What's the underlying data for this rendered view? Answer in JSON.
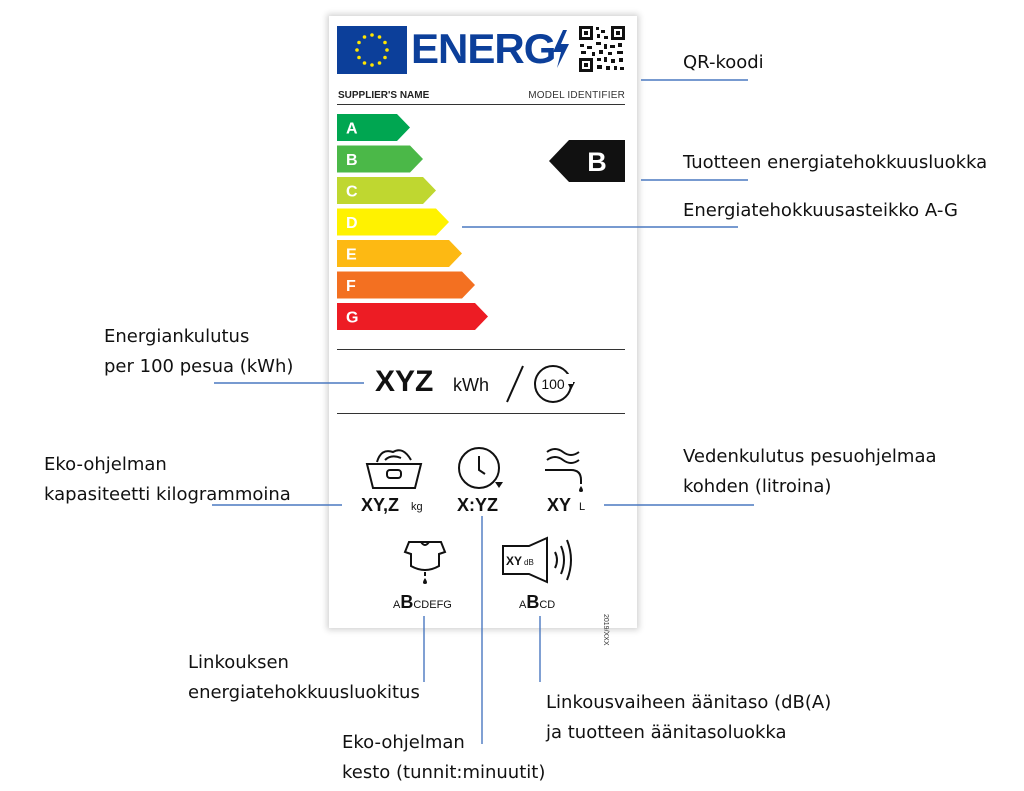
{
  "label": {
    "brand": "ENERG",
    "supplier": "SUPPLIER'S NAME",
    "model": "MODEL IDENTIFIER",
    "scale": [
      "A",
      "B",
      "C",
      "D",
      "E",
      "F",
      "G"
    ],
    "scale_colors": [
      "#00a651",
      "#4bb848",
      "#bfd730",
      "#fff200",
      "#fdb913",
      "#f37021",
      "#ed1c24"
    ],
    "product_class": "B",
    "energy": {
      "value": "XYZ",
      "unit": "kWh",
      "cycles": "100"
    },
    "capacity": {
      "value": "XY,Z",
      "unit": "kg"
    },
    "duration": {
      "value": "X:YZ"
    },
    "water": {
      "value": "XY",
      "unit": "L"
    },
    "spin": {
      "pre": "A",
      "cls": "B",
      "post": "CDEFG"
    },
    "noise": {
      "icon_text": "XY",
      "icon_unit": "dB",
      "pre": "A",
      "cls": "B",
      "post": "CD"
    },
    "regulation": "2019/XXX"
  },
  "annotations": {
    "qr": "QR-koodi",
    "product_class": "Tuotteen energiatehokkuusluokka",
    "scale": "Energiatehokkuusasteikko A-G",
    "energy": [
      "Energiankulutus",
      "per 100 pesua (kWh)"
    ],
    "capacity": [
      "Eko-ohjelman",
      "kapasiteetti kilogrammoina"
    ],
    "water": [
      "Vedenkulutus pesuohjelmaa",
      "kohden (litroina)"
    ],
    "spin": [
      "Linkouksen",
      "energiatehokkuusluokitus"
    ],
    "noise": [
      "Linkousvaiheen äänitaso (dB(A)",
      "ja tuotteen äänitasoluokka"
    ],
    "duration": [
      "Eko-ohjelman",
      "kesto (tunnit:minuutit)"
    ]
  }
}
